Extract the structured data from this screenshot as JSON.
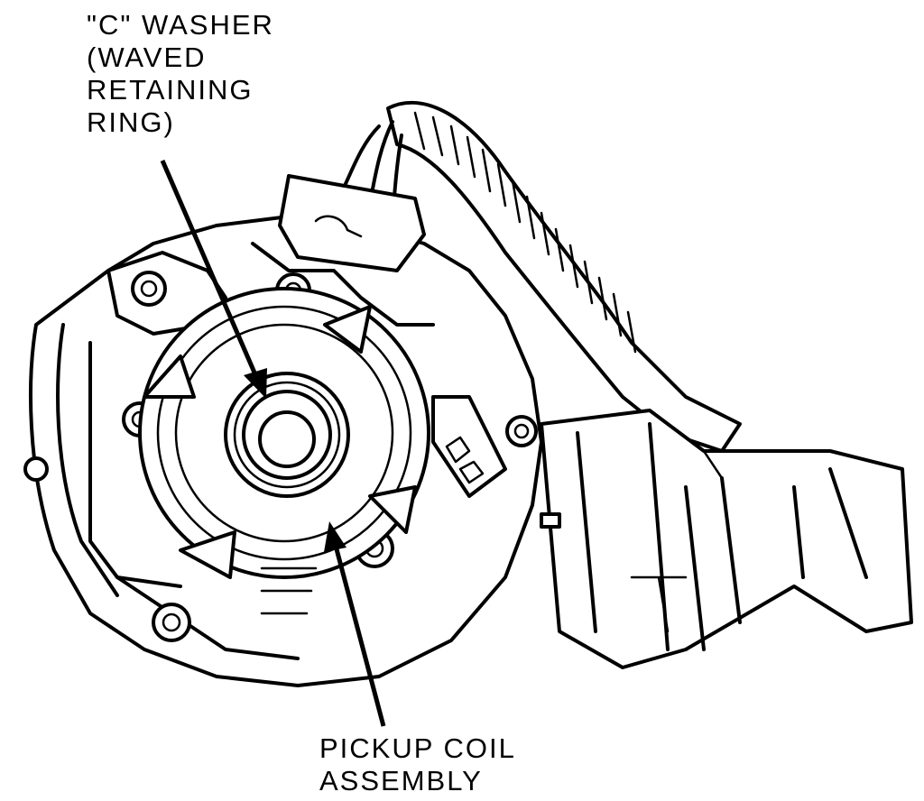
{
  "labels": {
    "c_washer": [
      "\"C\" WASHER",
      "(WAVED",
      "RETAINING",
      "RING)"
    ],
    "pickup_coil": [
      "PICKUP COIL",
      "ASSEMBLY"
    ]
  },
  "colors": {
    "ink": "#000000",
    "paper": "#ffffff"
  }
}
